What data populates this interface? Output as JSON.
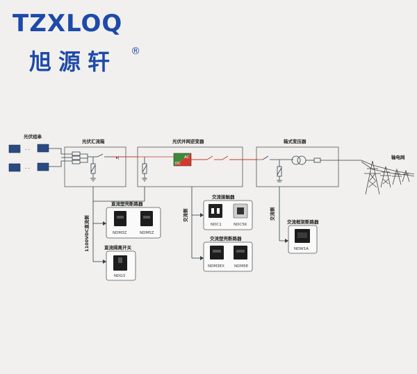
{
  "brand": {
    "logo_text": "TZXLOQ",
    "logo_cn": "旭源轩",
    "registered_mark": "®"
  },
  "diagram": {
    "pv_string_label": "光伏组串",
    "dash_marks": "- -",
    "combiner_label": "光伏汇流箱",
    "inverter_label": "光伏并网逆变器",
    "inverter_dc": "DC",
    "inverter_ac": "AC",
    "transformer_label": "箱式变压器",
    "grid_label": "输电网",
    "dc_voltage_label": "1100VDC直流侧",
    "ac_side_label_1": "交流侧",
    "ac_side_label_2": "交流侧",
    "groups": {
      "dc_mccb": {
        "title": "直流塑壳断路器",
        "products": [
          "NDM3Z",
          "NDM5Z"
        ]
      },
      "dc_isolator": {
        "title": "直流隔离开关",
        "products": [
          "NDG3"
        ]
      },
      "ac_contactor": {
        "title": "交流接触器",
        "products": [
          "NDC1",
          "NDC5K"
        ]
      },
      "ac_mccb": {
        "title": "交流塑壳断路器",
        "products": [
          "NDM3EX",
          "NDM5E"
        ]
      },
      "ac_acb": {
        "title": "交流框架断路器",
        "products": [
          "NDW1A"
        ]
      }
    }
  },
  "colors": {
    "brand_blue": "#1e4aa8",
    "line_dark": "#2f3b46",
    "bus_red": "#c0392b",
    "ac_red": "#d23b2b",
    "dc_green": "#3c8a3a"
  }
}
